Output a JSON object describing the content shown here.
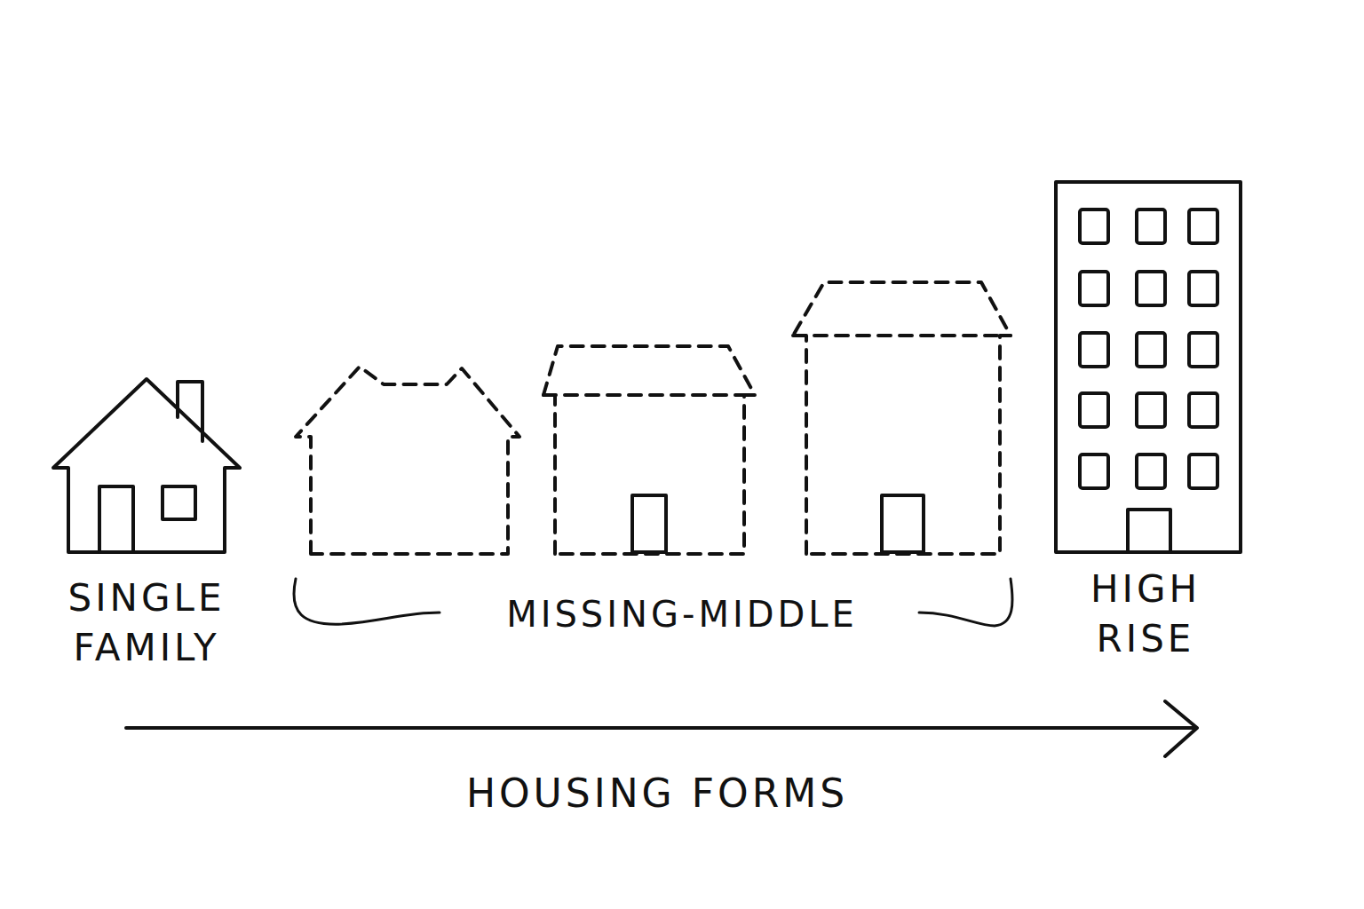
{
  "diagram": {
    "labels": [
      "SINGLE FAMILY",
      "MISSING-MIDDLE",
      "HIGH RISE",
      "HOUSING FORMS"
    ]
  }
}
